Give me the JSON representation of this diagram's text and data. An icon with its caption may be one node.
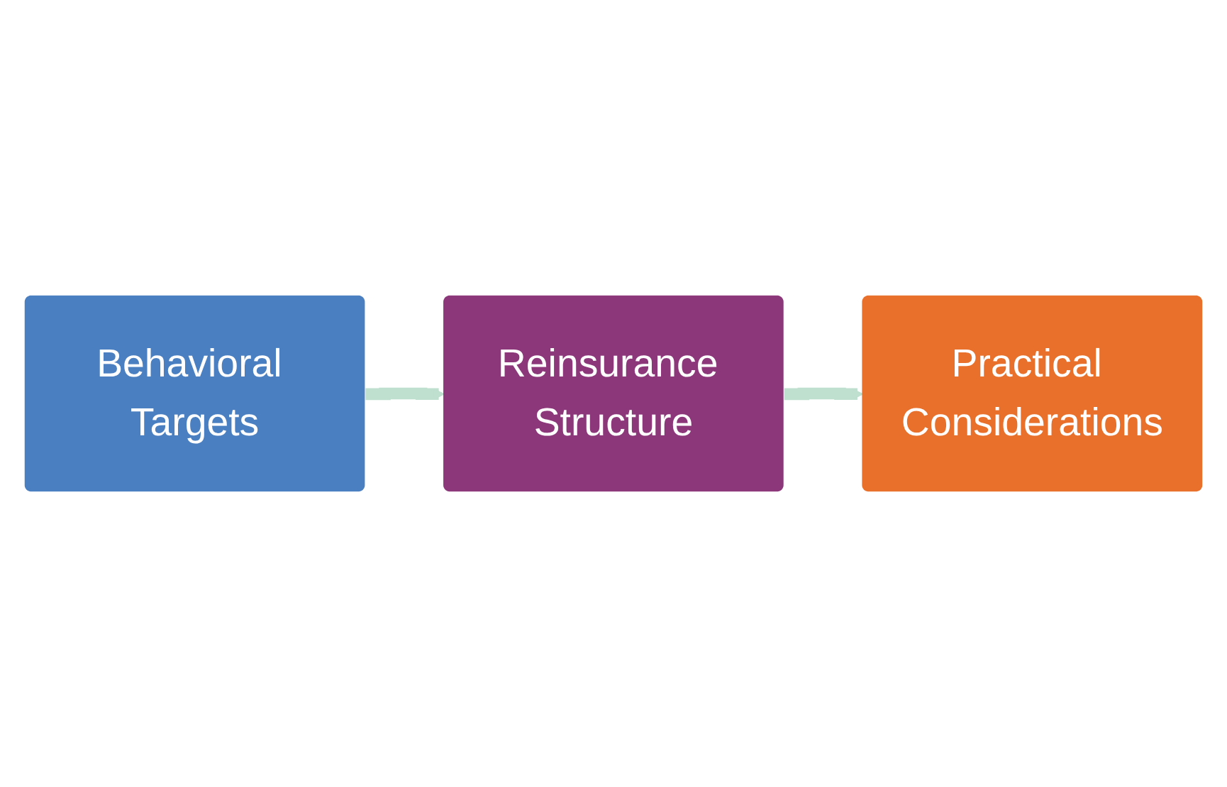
{
  "diagram": {
    "nodes": [
      {
        "text": [
          "Behavioral Targets"
        ]
      },
      {
        "text": [
          "Reinsurance Structure"
        ]
      },
      {
        "text": [
          "Practical Considerations"
        ]
      }
    ],
    "edges": [
      {
        "from": 0,
        "to": 1,
        "arrow": "to"
      },
      {
        "from": 1,
        "to": 2,
        "arrow": "to"
      }
    ]
  }
}
